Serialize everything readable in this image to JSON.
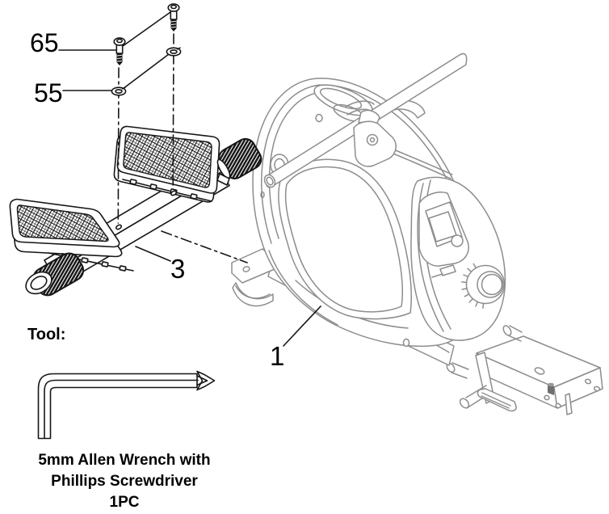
{
  "colors": {
    "background": "#ffffff",
    "machine_line": "#8d8d8d",
    "part_line": "#161616",
    "label_text": "#000000"
  },
  "callouts": {
    "screw": "65",
    "washer": "55",
    "pedal_assembly": "3",
    "main_frame": "1"
  },
  "tool": {
    "heading": "Tool:",
    "caption_line1": "5mm Allen Wrench with",
    "caption_line2": "Phillips Screwdriver",
    "caption_line3": "1PC"
  }
}
